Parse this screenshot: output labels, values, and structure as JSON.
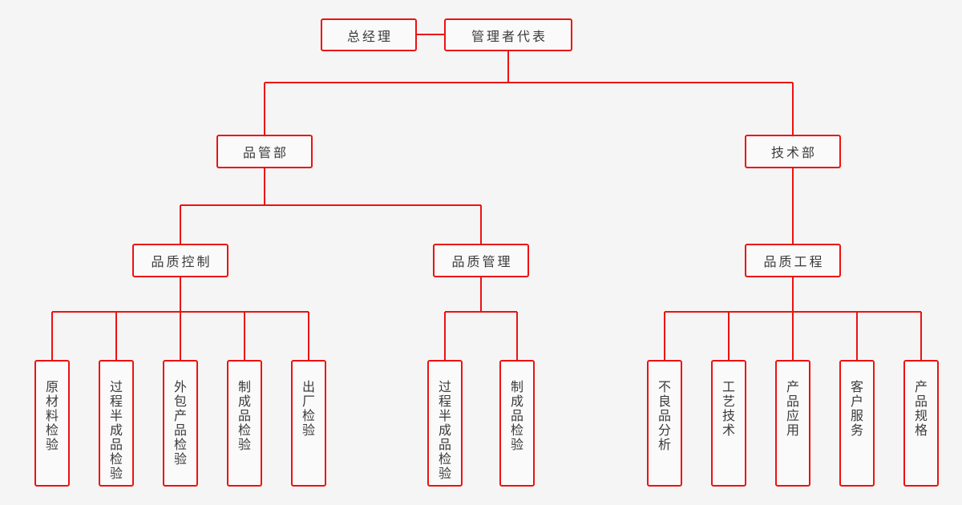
{
  "theme": {
    "background": "#f5f5f5",
    "node_fill": "#fafafa",
    "line_color": "#ee1111",
    "text_color": "#3b3b3b"
  },
  "org": {
    "top": [
      {
        "label": "总经理"
      },
      {
        "label": "管理者代表"
      }
    ],
    "departments": [
      {
        "label": "品管部"
      },
      {
        "label": "技术部"
      }
    ],
    "sections": [
      {
        "label": "品质控制"
      },
      {
        "label": "品质管理"
      },
      {
        "label": "品质工程"
      }
    ],
    "teams": {
      "quality_control": [
        "原材料检验",
        "过程半成品检验",
        "外包产品检验",
        "制成品检验",
        "出厂检验"
      ],
      "quality_management": [
        "过程半成品检验",
        "制成品检验"
      ],
      "quality_engineering": [
        "不良品分析",
        "工艺技术",
        "产品应用",
        "客户服务",
        "产品规格"
      ]
    }
  }
}
